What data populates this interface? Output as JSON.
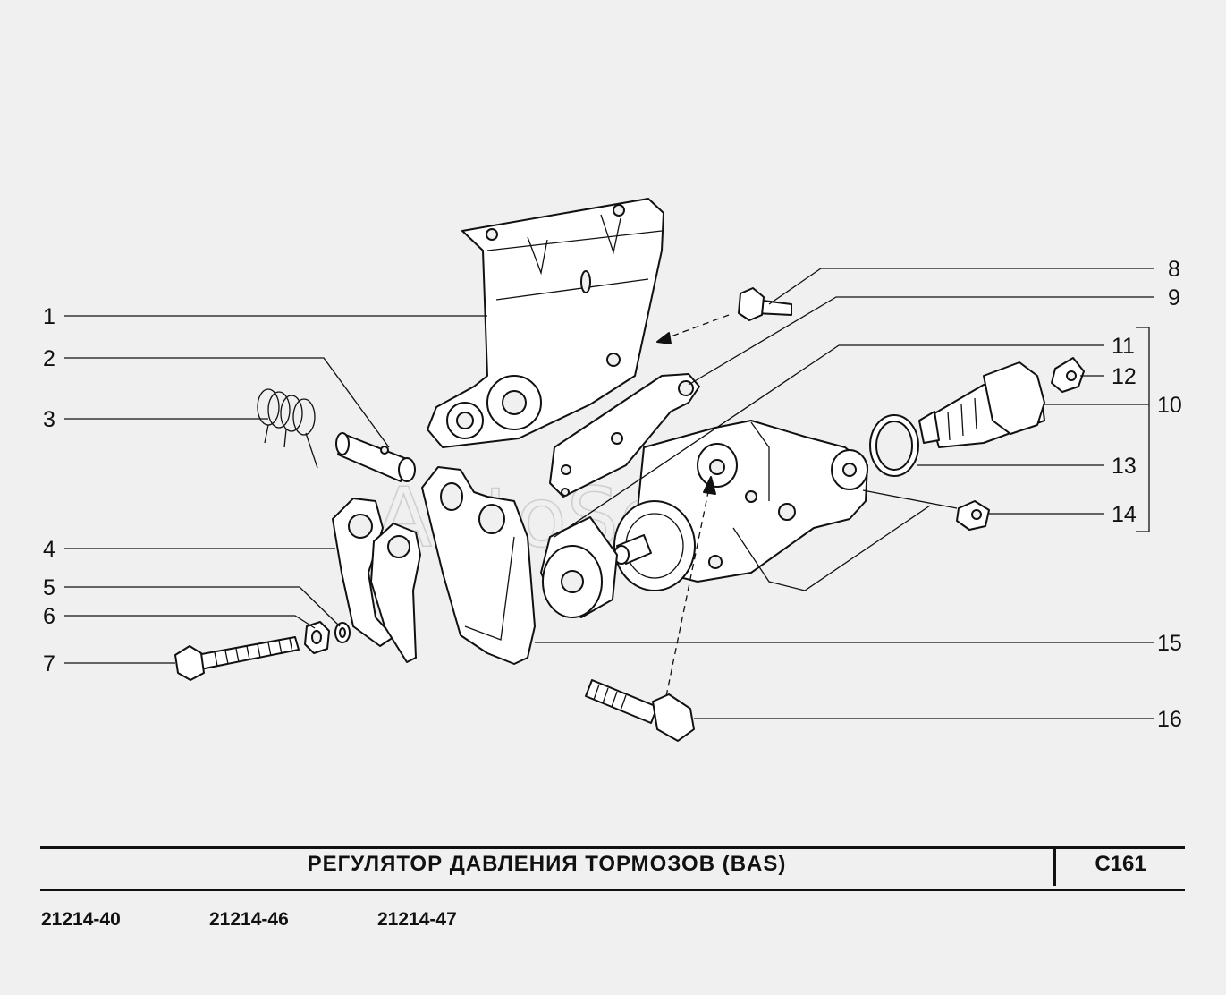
{
  "callouts": [
    {
      "id": "1",
      "text": "1"
    },
    {
      "id": "2",
      "text": "2"
    },
    {
      "id": "3",
      "text": "3"
    },
    {
      "id": "4",
      "text": "4"
    },
    {
      "id": "5",
      "text": "5"
    },
    {
      "id": "6",
      "text": "6"
    },
    {
      "id": "7",
      "text": "7"
    },
    {
      "id": "8",
      "text": "8"
    },
    {
      "id": "9",
      "text": "9"
    },
    {
      "id": "10",
      "text": "10"
    },
    {
      "id": "11",
      "text": "11"
    },
    {
      "id": "12",
      "text": "12"
    },
    {
      "id": "13",
      "text": "13"
    },
    {
      "id": "14",
      "text": "14"
    },
    {
      "id": "15",
      "text": "15"
    },
    {
      "id": "16",
      "text": "16"
    }
  ],
  "watermark": "AutoSoft",
  "title": "РЕГУЛЯТОР  ДАВЛЕНИЯ  ТОРМОЗОВ  (BAS)",
  "code": "C161",
  "models": [
    "21214-40",
    "21214-46",
    "21214-47"
  ]
}
